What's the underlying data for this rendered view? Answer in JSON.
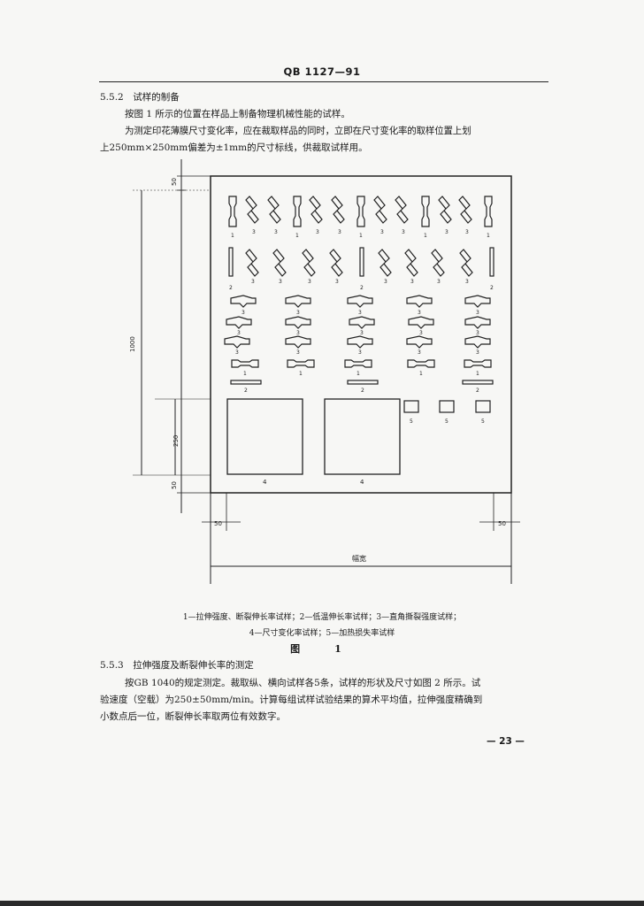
{
  "header": {
    "standard_code": "QB 1127—91"
  },
  "section_552": {
    "heading": "5.5.2　试样的制备",
    "line1": "按图 1 所示的位置在样品上制备物理机械性能的试样。",
    "line2": "为测定印花薄膜尺寸变化率，应在裁取样品的同时，立即在尺寸变化率的取样位置上划",
    "line3": "上250mm×250mm偏差为±1mm的尺寸标线，供裁取试样用。"
  },
  "figure": {
    "dim_top_margin": "50",
    "dim_total_length": "1000",
    "dim_square_size": "250",
    "dim_bottom_margin": "50",
    "dim_left_edge": "50",
    "dim_right_edge": "50",
    "width_label": "幅宽",
    "labels": {
      "tensile": "1",
      "low_temp": "2",
      "right_angle": "3",
      "size_change": "4",
      "heat_loss": "5"
    },
    "caption_line1": "1—拉伸强度、断裂伸长率试样；2—低温伸长率试样；3—直角撕裂强度试样；",
    "caption_line2": "4—尺寸变化率试样；5—加热损失率试样",
    "title": "图　1"
  },
  "section_553": {
    "heading": "5.5.3　拉伸强度及断裂伸长率的测定",
    "line1": "按GB 1040的规定测定。裁取纵、横向试样各5条，试样的形状及尺寸如图 2 所示。试",
    "line2": "验速度（空载）为250±50mm/min。计算每组试样试验结果的算术平均值，拉伸强度精确到",
    "line3": "小数点后一位，断裂伸长率取两位有效数字。"
  },
  "footer": {
    "page_number": "— 23 —"
  }
}
